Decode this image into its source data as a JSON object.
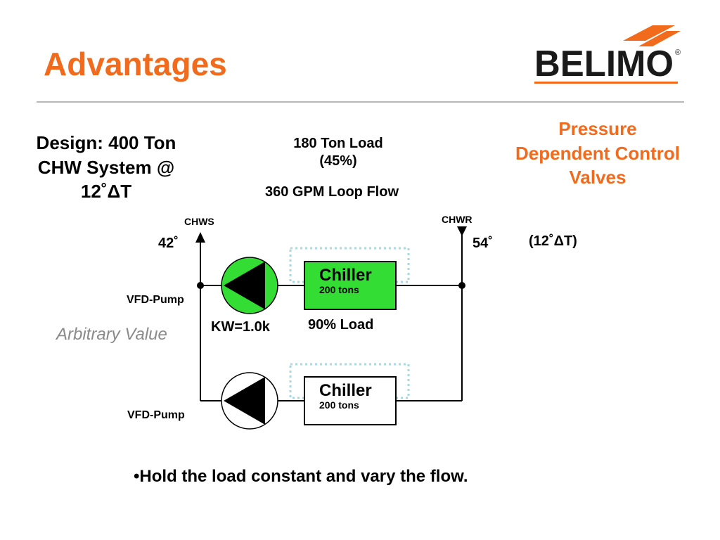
{
  "slide": {
    "title": "Advantages",
    "logo_text": "BELIMO",
    "logo_registered": "®"
  },
  "colors": {
    "accent": "#f26a1b",
    "pump_active": "#33dd33",
    "chiller_active": "#33dd33",
    "valve_dotted": "#a8d8e0",
    "muted_text": "#8a8a8a"
  },
  "design": {
    "lines": [
      "Design: 400 Ton",
      "CHW System @",
      "12˚ΔT"
    ]
  },
  "load": {
    "lines": [
      "180 Ton Load",
      "(45%)"
    ],
    "flow": "360 GPM Loop Flow"
  },
  "control": {
    "lines": [
      "Pressure",
      "Dependent Control",
      "Valves"
    ]
  },
  "loop": {
    "supply_label": "CHWS",
    "return_label": "CHWR",
    "supply_temp": "42˚",
    "return_temp": "54˚",
    "delta_t": "(12˚ΔT)"
  },
  "pumps": [
    {
      "label": "VFD-Pump",
      "active": true,
      "icon": "pump-icon"
    },
    {
      "label": "VFD-Pump",
      "active": false,
      "icon": "pump-icon"
    }
  ],
  "annotations": {
    "arbitrary": "Arbitrary Value",
    "kw": "KW=1.0k",
    "chiller_load": "90% Load"
  },
  "chillers": [
    {
      "name": "Chiller",
      "capacity": "200 tons",
      "active": true
    },
    {
      "name": "Chiller",
      "capacity": "200 tons",
      "active": false
    }
  ],
  "bullet": "•Hold the load constant and vary the flow."
}
